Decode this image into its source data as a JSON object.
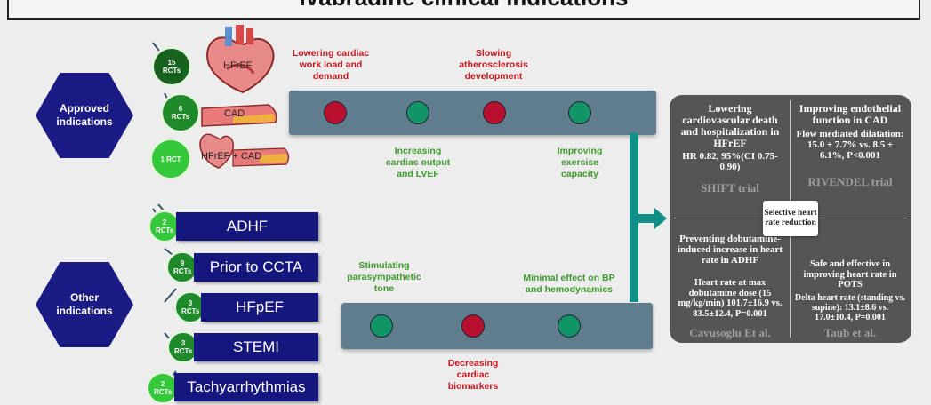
{
  "title": "Ivabradine clinical indications",
  "left": {
    "approved_label": "Approved indications",
    "other_label": "Other indications",
    "approved_items": [
      {
        "rcts": "15 RCTs",
        "label": "HFrEF"
      },
      {
        "rcts": "6 RCTs",
        "label": "CAD"
      },
      {
        "rcts": "1 RCT",
        "label": "HFrEF + CAD"
      }
    ],
    "other_items": [
      {
        "rcts": "2 RCTs",
        "label": "ADHF"
      },
      {
        "rcts": "9 RCTs",
        "label": "Prior to CCTA"
      },
      {
        "rcts": "3 RCTs",
        "label": "HFpEF"
      },
      {
        "rcts": "3 RCTs",
        "label": "STEMI"
      },
      {
        "rcts": "2 RCTs",
        "label": "Tachyarrhythmias"
      }
    ]
  },
  "top_track": {
    "labels_above": [
      "Lowering cardiac work load and demand",
      "Slowing atherosclerosis development"
    ],
    "labels_below": [
      "Increasing cardiac output and LVEF",
      "Improving exercise capacity"
    ]
  },
  "bottom_track": {
    "labels_above": [
      "Stimulating parasympathetic tone",
      "Minimal effect on BP and hemodynamics"
    ],
    "labels_below": [
      "Decreasing cardiac biomarkers"
    ]
  },
  "center_label": "Selective heart rate reduction",
  "panels": [
    {
      "heading": "Lowering cardiovascular death and hospitalization in HFrEF",
      "body": "HR 0.82, 95%(CI 0.75-0.90)",
      "cite": "SHIFT trial"
    },
    {
      "heading": "Improving endothelial function in CAD",
      "body": "Flow mediated dilatation: 15.0 ± 7.7% vs. 8.5 ± 6.1%, P<0.001",
      "cite": "RIVENDEL trial"
    },
    {
      "heading": "Preventing dobutamine-induced increase in heart rate in ADHF",
      "body": "Heart rate at max dobutamine dose (15 mg/kg/min) 101.7±16.9 vs. 83.5±12.4, P=0.001",
      "cite": "Cavusoglu Et al."
    },
    {
      "heading": "Safe and effective in improving heart rate in POTS",
      "body": "Delta heart rate (standing vs. supine): 13.1±8.6 vs. 17.0±10.4, P=0.001",
      "cite": "Taub et al."
    }
  ],
  "colors": {
    "navy": "#16167f",
    "track": "#607d8e",
    "red_dot": "#b8102e",
    "green_dot": "#119466",
    "panel": "#555555",
    "arrow": "#0f8f86"
  }
}
